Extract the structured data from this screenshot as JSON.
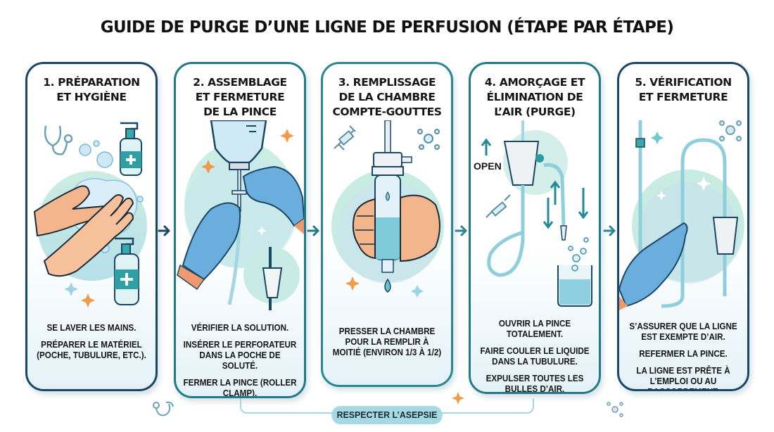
{
  "title": "GUIDE DE PURGE D’UNE LIGNE DE PERFUSION (ÉTAPE PAR ÉTAPE)",
  "colors": {
    "card_border_dark": "#1b4767",
    "card_border_teal": "#22798a",
    "accent_teal": "#2a9aa6",
    "glove_blue": "#6aaede",
    "skin": "#f3b58c",
    "spark_orange": "#f39a4a",
    "footer_pill": "#a6d9e3"
  },
  "steps": [
    {
      "title_line1": "1. PRÉPARATION",
      "title_line2": "ET HYGIÈNE",
      "title_line3": "",
      "illustration": "hand-washing-with-sanitizer",
      "lines": [
        "SE LAVER LES MAINS.",
        "PRÉPARER LE MATÉRIEL (POCHE, TUBULURE, ETC.)."
      ]
    },
    {
      "title_line1": "2. ASSEMBLAGE",
      "title_line2": "ET FERMETURE",
      "title_line3": "DE LA PINCE",
      "illustration": "gloved-hands-inserting-spike-into-bag",
      "lines": [
        "VÉRIFIER LA SOLUTION.",
        "INSÉRER LE PERFORATEUR DANS LA POCHE DE SOLUTÉ.",
        "FERMER LA PINCE (ROLLER CLAMP)."
      ]
    },
    {
      "title_line1": "3. REMPLISSAGE",
      "title_line2": "DE LA CHAMBRE",
      "title_line3": "COMPTE-GOUTTES",
      "illustration": "hand-squeezing-drip-chamber",
      "lines": [
        "PRESSER LA CHAMBRE POUR LA REMPLIR À MOITIÉ (ENVIRON 1/3 À 1/2)"
      ]
    },
    {
      "title_line1": "4. AMORÇAGE ET",
      "title_line2": "ÉLIMINATION DE",
      "title_line3": "L’AIR (PURGE)",
      "illustration": "open-clamp-fluid-flowing-into-beaker",
      "label": "OPEN",
      "lines": [
        "OUVRIR LA PINCE TOTALEMENT.",
        "FAIRE COULER LE LIQUIDE DANS LA TUBULURE.",
        "EXPULSER TOUTES LES BULLES D’AIR."
      ]
    },
    {
      "title_line1": "5. VÉRIFICATION",
      "title_line2": "ET FERMETURE",
      "title_line3": "",
      "illustration": "gloved-finger-checking-line",
      "lines": [
        "S’ASSURER QUE LA LIGNE EST EXEMPTE D’AIR.",
        "REFERMER LA PINCE.",
        "LA LIGNE EST PRÊTE À L’EMPLOI OU AU RACCORDEMENT."
      ]
    }
  ],
  "footer": {
    "label": "RESPECTER L’ASEPSIE"
  }
}
